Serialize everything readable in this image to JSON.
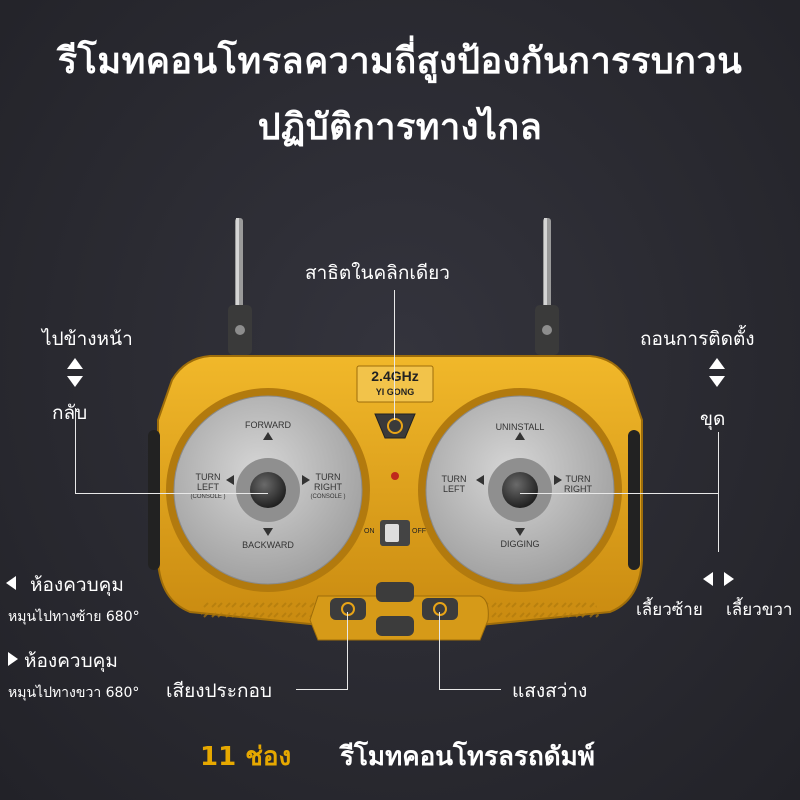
{
  "title": {
    "line1": "รีโมทคอนโทรลความถี่สูงป้องกันการรบกวน",
    "line2": "ปฏิบัติการทางไกล"
  },
  "callouts": {
    "top_center": "สาธิตในคลิกเดียว",
    "left_forward": "ไปข้างหน้า",
    "left_back": "กลับ",
    "right_install": "ถอนการติดตั้ง",
    "right_dig": "ขุด",
    "left_cab_left": "ห้องควบคุม",
    "left_cab_left_sub": "หมุนไปทางซ้าย 680°",
    "left_cab_right": "ห้องควบคุม",
    "left_cab_right_sub": "หมุนไปทางขวา 680°",
    "sound": "เสียงประกอบ",
    "light": "แสงสว่าง",
    "turn_left": "เลี้ยวซ้าย",
    "turn_right": "เลี้ยวขวา"
  },
  "remote": {
    "freq": "2.4GHz",
    "brand": "YI GONG",
    "switch_on": "ON",
    "switch_off": "OFF",
    "left_dial": {
      "top": "FORWARD",
      "bottom": "BACKWARD",
      "left1": "TURN",
      "left2": "LEFT",
      "left3": "(CONSOLE )",
      "right1": "TURN",
      "right2": "RIGHT",
      "right3": "(CONSOLE )"
    },
    "right_dial": {
      "top": "UNINSTALL",
      "bottom": "DIGGING",
      "left1": "TURN",
      "left2": "LEFT",
      "right1": "TURN",
      "right2": "RIGHT"
    }
  },
  "footer": {
    "channels": "11 ช่อง",
    "product": "รีโมทคอนโทรลรถดัมพ์"
  },
  "colors": {
    "body_yellow": "#e8a417",
    "accent_gold": "#e6a800",
    "dial_grey": "#bdbdbd"
  }
}
